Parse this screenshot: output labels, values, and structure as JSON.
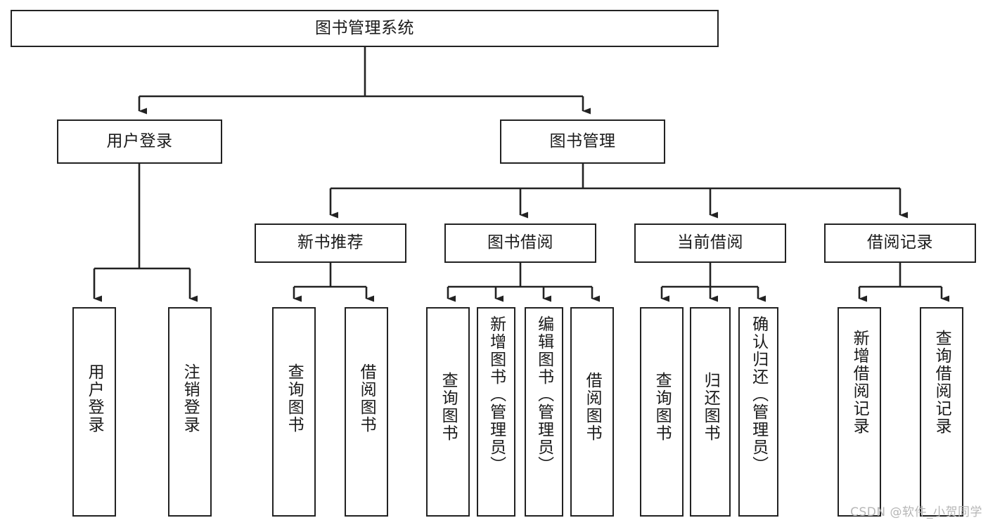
{
  "diagram": {
    "type": "tree",
    "title": "图书管理系统",
    "watermark": "CSDN @软件_小贺同学",
    "colors": {
      "box_border": "#222222",
      "box_fill": "#ffffff",
      "edge": "#222222",
      "text": "#1a1a1a",
      "watermark": "#b6b6b6"
    },
    "nodes": {
      "root": {
        "label": "图书管理系统"
      },
      "level2": [
        {
          "id": "user-login",
          "label": "用户登录"
        },
        {
          "id": "book-manage",
          "label": "图书管理"
        }
      ],
      "level3": [
        {
          "id": "new-book-rec",
          "label": "新书推荐",
          "parent": "book-manage"
        },
        {
          "id": "book-borrow",
          "label": "图书借阅",
          "parent": "book-manage"
        },
        {
          "id": "current-borrow",
          "label": "当前借阅",
          "parent": "book-manage"
        },
        {
          "id": "borrow-record",
          "label": "借阅记录",
          "parent": "book-manage"
        }
      ],
      "leaves": [
        {
          "id": "leaf-user-login",
          "label": "用户登录",
          "parent": "user-login"
        },
        {
          "id": "leaf-logout",
          "label": "注销登录",
          "parent": "user-login"
        },
        {
          "id": "leaf-query-book-1",
          "label": "查询图书",
          "parent": "new-book-rec"
        },
        {
          "id": "leaf-borrow-book-1",
          "label": "借阅图书",
          "parent": "new-book-rec"
        },
        {
          "id": "leaf-query-book-2",
          "label": "查询图书",
          "parent": "book-borrow"
        },
        {
          "id": "leaf-add-book",
          "label": "新增图书（管理员）",
          "parent": "book-borrow"
        },
        {
          "id": "leaf-edit-book",
          "label": "编辑图书（管理员）",
          "parent": "book-borrow"
        },
        {
          "id": "leaf-borrow-book-2",
          "label": "借阅图书",
          "parent": "book-borrow"
        },
        {
          "id": "leaf-query-book-3",
          "label": "查询图书",
          "parent": "current-borrow"
        },
        {
          "id": "leaf-return-book",
          "label": "归还图书",
          "parent": "current-borrow"
        },
        {
          "id": "leaf-confirm-return",
          "label": "确认归还（管理员）",
          "parent": "current-borrow"
        },
        {
          "id": "leaf-add-record",
          "label": "新增借阅记录",
          "parent": "borrow-record"
        },
        {
          "id": "leaf-query-record",
          "label": "查询借阅记录",
          "parent": "borrow-record"
        }
      ]
    }
  }
}
